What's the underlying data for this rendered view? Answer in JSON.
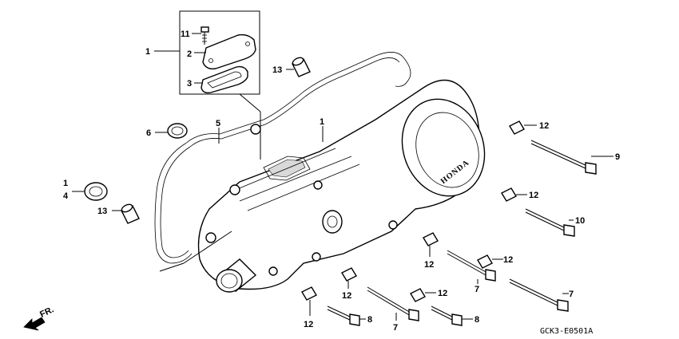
{
  "diagram": {
    "callouts": [
      {
        "id": "c1a",
        "text": "1"
      },
      {
        "id": "c11",
        "text": "11"
      },
      {
        "id": "c2",
        "text": "2"
      },
      {
        "id": "c3",
        "text": "3"
      },
      {
        "id": "c13a",
        "text": "13"
      },
      {
        "id": "c6",
        "text": "6"
      },
      {
        "id": "c5",
        "text": "5"
      },
      {
        "id": "c1b",
        "text": "1"
      },
      {
        "id": "c1c",
        "text": "1"
      },
      {
        "id": "c4",
        "text": "4"
      },
      {
        "id": "c13b",
        "text": "13"
      },
      {
        "id": "c12a",
        "text": "12"
      },
      {
        "id": "c9",
        "text": "9"
      },
      {
        "id": "c12b",
        "text": "12"
      },
      {
        "id": "c10",
        "text": "10"
      },
      {
        "id": "c12c",
        "text": "12"
      },
      {
        "id": "c12d",
        "text": "12"
      },
      {
        "id": "c7a",
        "text": "7"
      },
      {
        "id": "c7b",
        "text": "7"
      },
      {
        "id": "c12e",
        "text": "12"
      },
      {
        "id": "c12f",
        "text": "12"
      },
      {
        "id": "c12g",
        "text": "12"
      },
      {
        "id": "c8a",
        "text": "8"
      },
      {
        "id": "c7c",
        "text": "7"
      },
      {
        "id": "c8b",
        "text": "8"
      }
    ],
    "brand_text": "HONDA",
    "direction_label": "FR.",
    "drawing_code": "GCK3-E0501A"
  }
}
